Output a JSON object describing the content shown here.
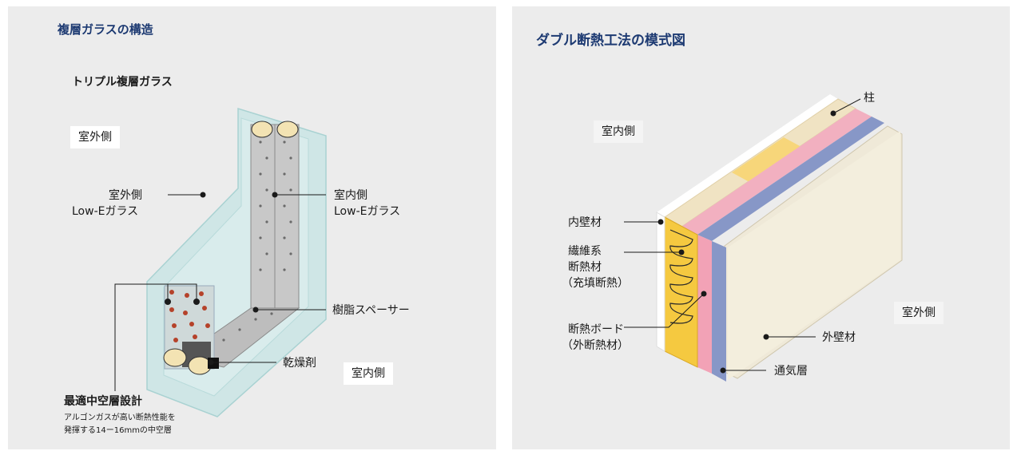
{
  "left": {
    "title": "複層ガラスの構造",
    "subtitle": "トリプル複層ガラス",
    "outdoor_box": "室外側",
    "indoor_box": "室内側",
    "label_outer_glass_1": "室外側",
    "label_outer_glass_2": "Low-Eガラス",
    "label_inner_glass_1": "室内側",
    "label_inner_glass_2": "Low-Eガラス",
    "label_spacer": "樹脂スペーサー",
    "label_desiccant": "乾燥剤",
    "label_air_layer": "最適中空層設計",
    "note_line_1": "アルゴンガスが高い断熱性能を",
    "note_line_2": "発揮する14ー16mmの中空層"
  },
  "right": {
    "title": "ダブル断熱工法の模式図",
    "indoor": "室内側",
    "outdoor": "室外側",
    "label_pillar": "柱",
    "label_inner_wall": "内壁材",
    "label_fiber_1": "繊維系",
    "label_fiber_2": "断熱材",
    "label_fiber_3": "（充填断熱）",
    "label_board_1": "断熱ボード",
    "label_board_2": "（外断熱材）",
    "label_outer_wall": "外壁材",
    "label_vent": "通気層"
  }
}
